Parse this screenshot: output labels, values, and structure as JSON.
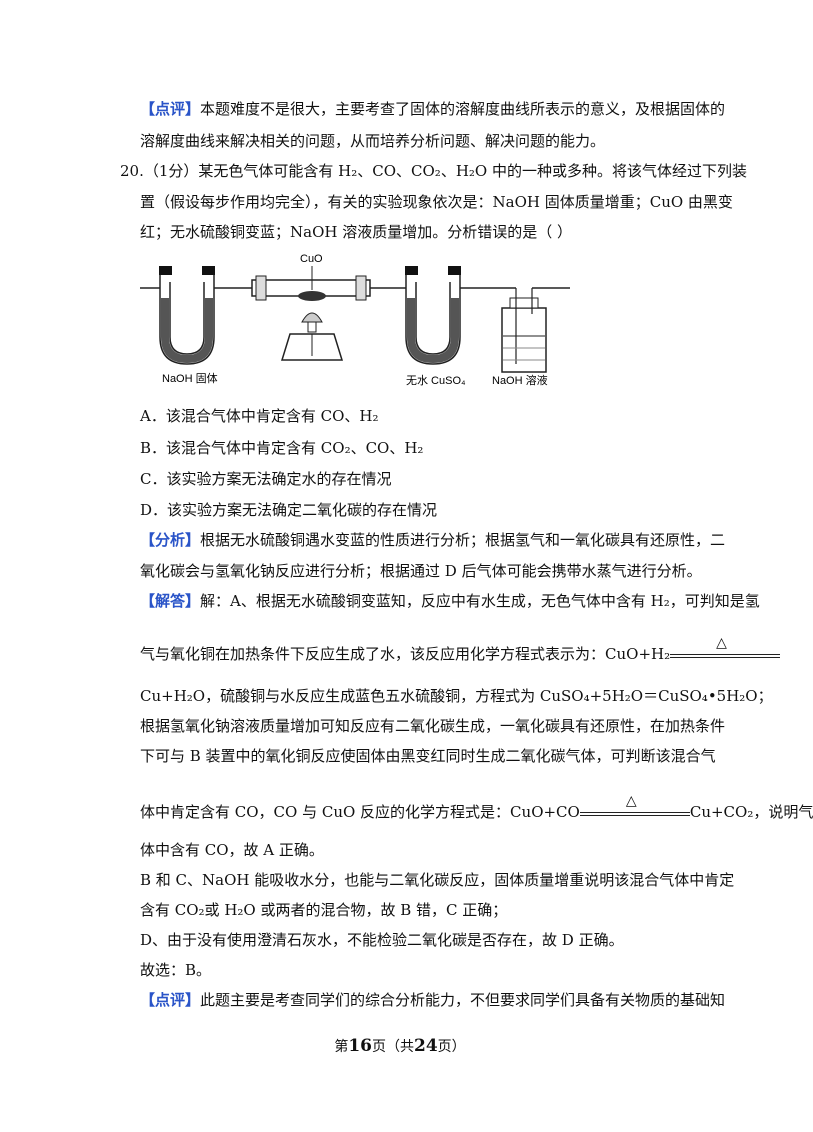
{
  "review1": {
    "tag": "【点评】",
    "line1": "本题难度不是很大，主要考查了固体的溶解度曲线所表示的意义，及根据固体的",
    "line2": "溶解度曲线来解决相关的问题，从而培养分析问题、解决问题的能力。"
  },
  "question": {
    "line1": "20.（1分）某无色气体可能含有  H₂、CO、CO₂、H₂O  中的一种或多种。将该气体经过下列装",
    "line2": "置（假设每步作用均完全），有关的实验现象依次是：NaOH  固体质量增重；CuO  由黑变",
    "line3": "红；无水硫酸铜变蓝；NaOH  溶液质量增加。分析错误的是（        ）"
  },
  "figure": {
    "label_cuo": "CuO",
    "label_naoh_solid": "NaOH 固体",
    "label_cuso4": "无水 CuSO₄",
    "label_naoh_solution": "NaOH 溶液"
  },
  "options": {
    "a": "A．该混合气体中肯定含有  CO、H₂",
    "b": "B．该混合气体中肯定含有  CO₂、CO、H₂",
    "c": "C．该实验方案无法确定水的存在情况",
    "d": "D．该实验方案无法确定二氧化碳的存在情况"
  },
  "analysis": {
    "tag": "【分析】",
    "line1": "根据无水硫酸铜遇水变蓝的性质进行分析；根据氢气和一氧化碳具有还原性，二",
    "line2": "氧化碳会与氢氧化钠反应进行分析；根据通过 D 后气体可能会携带水蒸气进行分析。"
  },
  "answer": {
    "tag": "【解答】",
    "line1": "解：A、根据无水硫酸铜变蓝知，反应中有水生成，无色气体中含有 H₂，可判知是氢",
    "line2": "气与氧化铜在加热条件下反应生成了水，该反应用化学方程式表示为：CuO+H₂",
    "line3": "Cu+H₂O，硫酸铜与水反应生成蓝色五水硫酸铜，方程式为 CuSO₄+5H₂O＝CuSO₄•5H₂O；",
    "line4": "根据氢氧化钠溶液质量增加可知反应有二氧化碳生成，一氧化碳具有还原性，在加热条件",
    "line5": "下可与 B 装置中的氧化铜反应使固体由黑变红同时生成二氧化碳气体，可判断该混合气",
    "line6a": "体中肯定含有 CO，CO 与 CuO 反应的化学方程式是：CuO+CO",
    "line6b": "Cu+CO₂，说明气",
    "line7": "体中含有 CO，故 A 正确。",
    "line8": "B 和 C、NaOH  能吸收水分，也能与二氧化碳反应，固体质量增重说明该混合气体中肯定",
    "line9": "含有 CO₂或 H₂O  或两者的混合物，故 B 错，C 正确；",
    "line10": "D、由于没有使用澄清石灰水，不能检验二氧化碳是否存在，故 D 正确。",
    "line11": "故选：B。",
    "heat_symbol": "△"
  },
  "review2": {
    "tag": "【点评】",
    "line1": "此题主要是考查同学们的综合分析能力，不但要求同学们具备有关物质的基础知"
  },
  "footer": {
    "prefix": "第",
    "page": "16",
    "mid": "页（共",
    "total": "24",
    "suffix": "页）"
  }
}
